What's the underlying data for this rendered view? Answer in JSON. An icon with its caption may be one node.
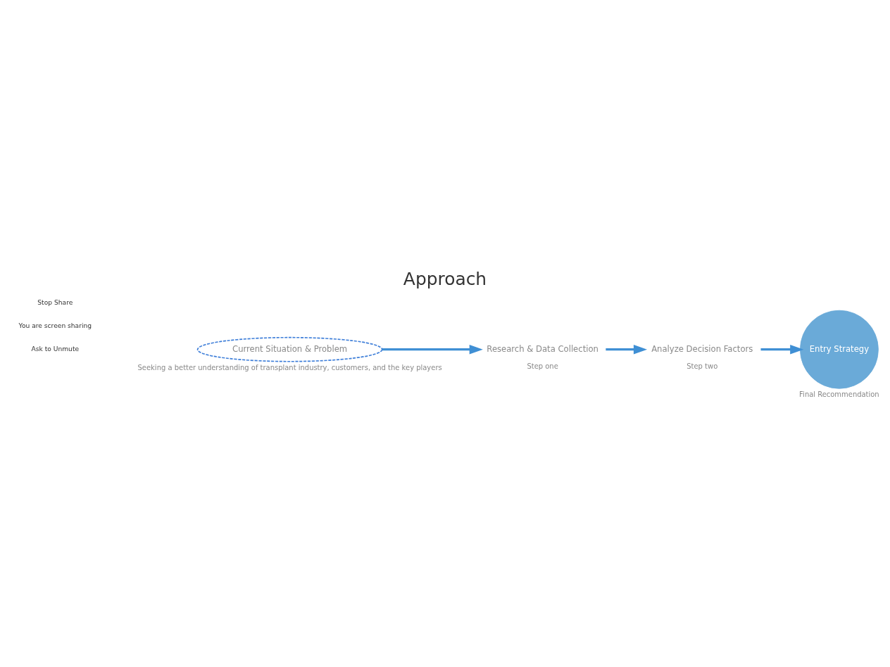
{
  "diagram": {
    "title": "Approach",
    "nodes": [
      {
        "text": [
          "Current Situation & Problem"
        ],
        "beside": [
          "Seeking a better understanding of transplant industry, customers, and the key players"
        ]
      },
      {
        "text": [
          "Research & Data Collection"
        ],
        "beside": [
          "Step one"
        ]
      },
      {
        "text": [
          "Analyze Decision Factors"
        ],
        "beside": [
          "Step two"
        ]
      },
      {
        "text": [
          "Entry Strategy"
        ],
        "beside": [
          "Final Recommendation"
        ]
      }
    ],
    "edges": [
      {
        "from": 0,
        "to": 1,
        "arrow": "to"
      },
      {
        "from": 1,
        "to": 2,
        "arrow": "to"
      },
      {
        "from": 2,
        "to": 3,
        "arrow": "to"
      }
    ],
    "labels": [
      "You are screen sharing",
      "Stop Share",
      "Ask to Unmute"
    ]
  }
}
